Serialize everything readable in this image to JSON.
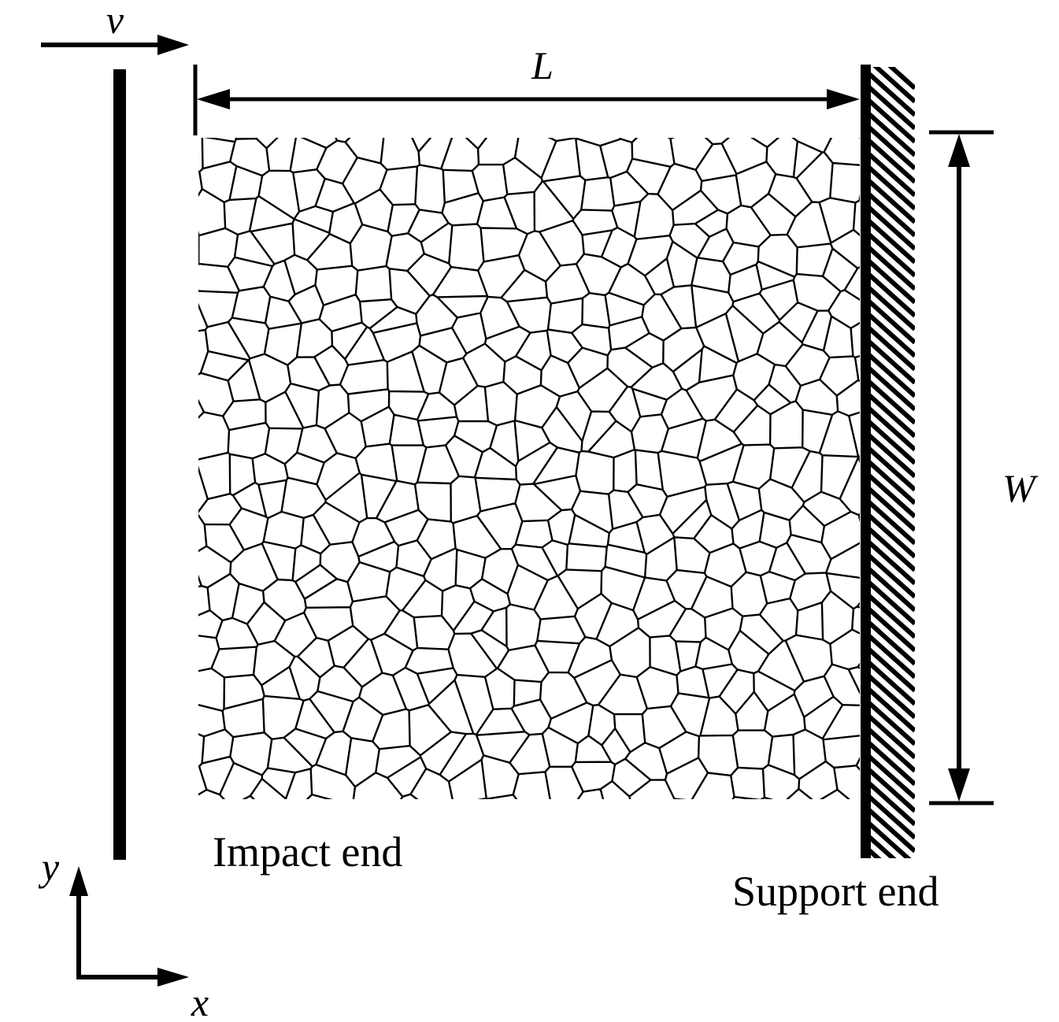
{
  "labels": {
    "velocity": "v",
    "length": "L",
    "width": "W",
    "impact_end": "Impact end",
    "support_end": "Support end",
    "axis_x": "x",
    "axis_y": "y"
  },
  "colors": {
    "ink": "#000000",
    "background": "#ffffff"
  },
  "icons": {
    "velocity_arrow": "right-arrow-icon",
    "support_hatch": "hatched-wall-icon"
  }
}
